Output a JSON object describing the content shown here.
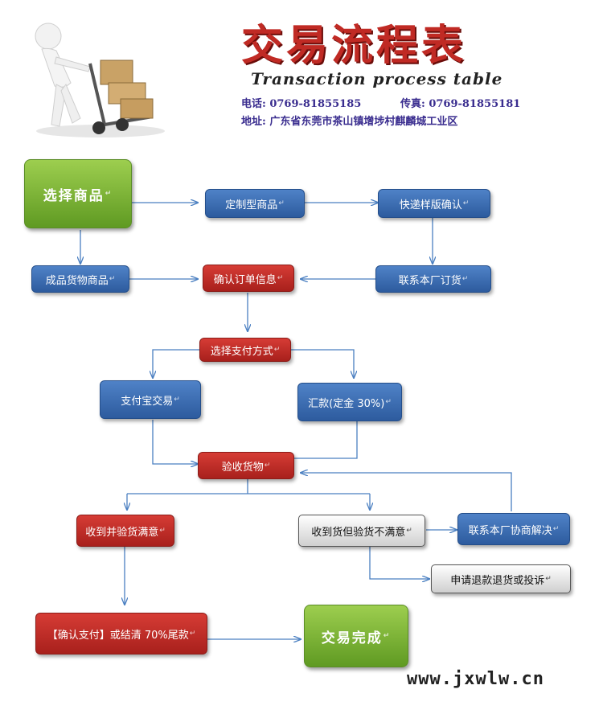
{
  "header": {
    "title_cn": "交易流程表",
    "title_en": "Transaction process table",
    "phone_label": "电话:",
    "phone_value": "0769-81855185",
    "fax_label": "传真:",
    "fax_value": "0769-81855181",
    "address_label": "地址:",
    "address_value": "广东省东莞市茶山镇增埗村麒麟城工业区"
  },
  "nodes": {
    "select_goods": "选择商品",
    "custom_goods": "定制型商品",
    "express_sample": "快递样版确认",
    "finished_goods": "成品货物商品",
    "confirm_order": "确认订单信息",
    "contact_factory_order": "联系本厂订货",
    "select_payment": "选择支付方式",
    "alipay": "支付宝交易",
    "remittance": "汇款(定金 30%)",
    "inspect_goods": "验收货物",
    "satisfied": "收到并验货满意",
    "unsatisfied": "收到货但验货不满意",
    "contact_factory_resolve": "联系本厂协商解决",
    "refund": "申请退款退货或投诉",
    "confirm_pay": "【确认支付】或结清 70%尾款",
    "done": "交易完成"
  },
  "colors": {
    "blue": "#2d5b9e",
    "red": "#a8201c",
    "green": "#5f9a22",
    "arrow": "#4a7fc1"
  },
  "footer": {
    "website": "www.jxwlw.cn"
  }
}
